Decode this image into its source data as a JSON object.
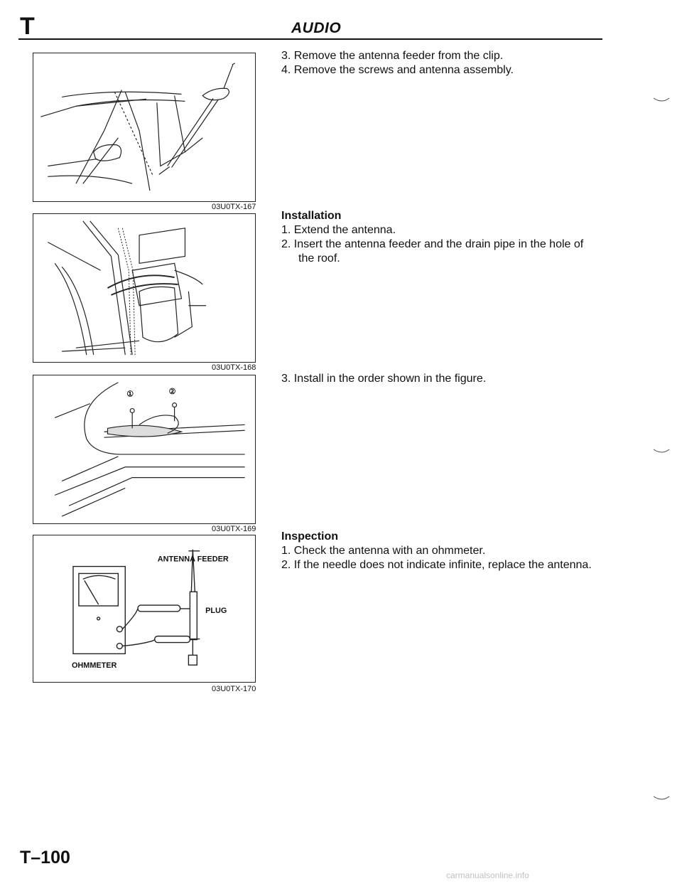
{
  "header": {
    "section_letter": "T",
    "title": "AUDIO"
  },
  "figures": [
    {
      "code": "03U0TX-167"
    },
    {
      "code": "03U0TX-168"
    },
    {
      "code": "03U0TX-169",
      "callouts": [
        "①",
        "②"
      ]
    },
    {
      "code": "03U0TX-170",
      "labels": {
        "antenna_feeder": "ANTENNA FEEDER",
        "plug": "PLUG",
        "ohmmeter": "OHMMETER"
      }
    }
  ],
  "removal_steps": [
    "3. Remove the antenna feeder from the clip.",
    "4. Remove the screws and antenna assembly."
  ],
  "installation": {
    "heading": "Installation",
    "steps": [
      {
        "line1": "1. Extend the antenna.",
        "line2": ""
      },
      {
        "line1": "2. Insert the antenna feeder and the drain pipe in the hole of",
        "line2": "the roof."
      }
    ],
    "step3": "3. Install in the order shown in the figure."
  },
  "inspection": {
    "heading": "Inspection",
    "steps": [
      "1. Check the antenna with an ohmmeter.",
      "2. If the needle does not indicate infinite, replace the antenna."
    ]
  },
  "footer": {
    "page_number": "T–100",
    "watermark": "carmanualsonline.info"
  }
}
